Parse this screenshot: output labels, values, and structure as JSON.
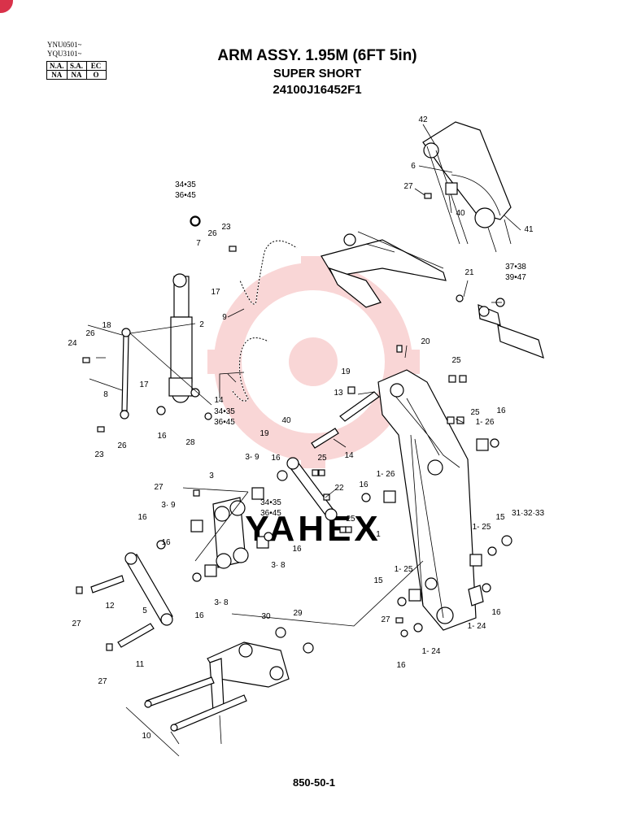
{
  "header": {
    "serial_ranges": [
      "YNU0501~",
      "YQU3101~"
    ],
    "region_codes": {
      "headers": [
        "N.A.",
        "S.A.",
        "EC"
      ],
      "values": [
        "NA",
        "NA",
        "O"
      ]
    }
  },
  "title": {
    "line1": "ARM ASSY. 1.95M (6FT 5in)",
    "line2": "SUPER SHORT",
    "line3": "24100J16452F1"
  },
  "watermark": {
    "text": "YAHEX",
    "color": "#f2b8b8"
  },
  "callouts": [
    "42",
    "6",
    "27",
    "40",
    "41",
    "34•35",
    "36•45",
    "23",
    "26",
    "7",
    "17",
    "37•38",
    "39•47",
    "21",
    "9",
    "2",
    "18",
    "24",
    "26",
    "8",
    "17",
    "20",
    "19",
    "13",
    "25",
    "14",
    "34•35",
    "36•45",
    "16",
    "28",
    "23",
    "26",
    "25",
    "16",
    "1- 26",
    "40",
    "19",
    "16",
    "25",
    "14",
    "3- 9",
    "3",
    "22",
    "27",
    "3· 9",
    "16",
    "34•35",
    "36•45",
    "1- 26",
    "16",
    "25",
    "1",
    "15",
    "31·32·33",
    "1- 25",
    "16",
    "16",
    "3· 8",
    "12",
    "5",
    "16",
    "3- 8",
    "1- 25",
    "15",
    "27",
    "30",
    "29",
    "27",
    "1- 24",
    "1- 24",
    "16",
    "11",
    "27",
    "16",
    "10"
  ],
  "page_number": "850-50-1"
}
